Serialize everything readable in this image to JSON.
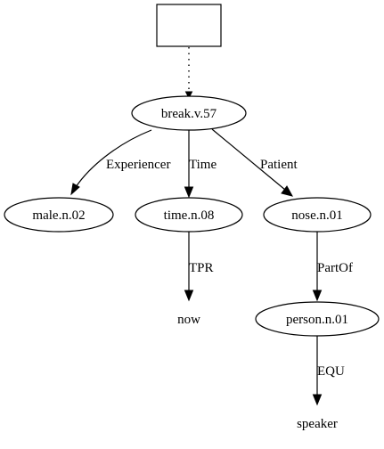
{
  "nodes": {
    "box": "",
    "break": "break.v.57",
    "male": "male.n.02",
    "time": "time.n.08",
    "nose": "nose.n.01",
    "now": "now",
    "person": "person.n.01",
    "speaker": "speaker"
  },
  "edges": {
    "experiencer": "Experiencer",
    "time": "Time",
    "patient": "Patient",
    "tpr": "TPR",
    "partof": "PartOf",
    "equ": "EQU"
  }
}
